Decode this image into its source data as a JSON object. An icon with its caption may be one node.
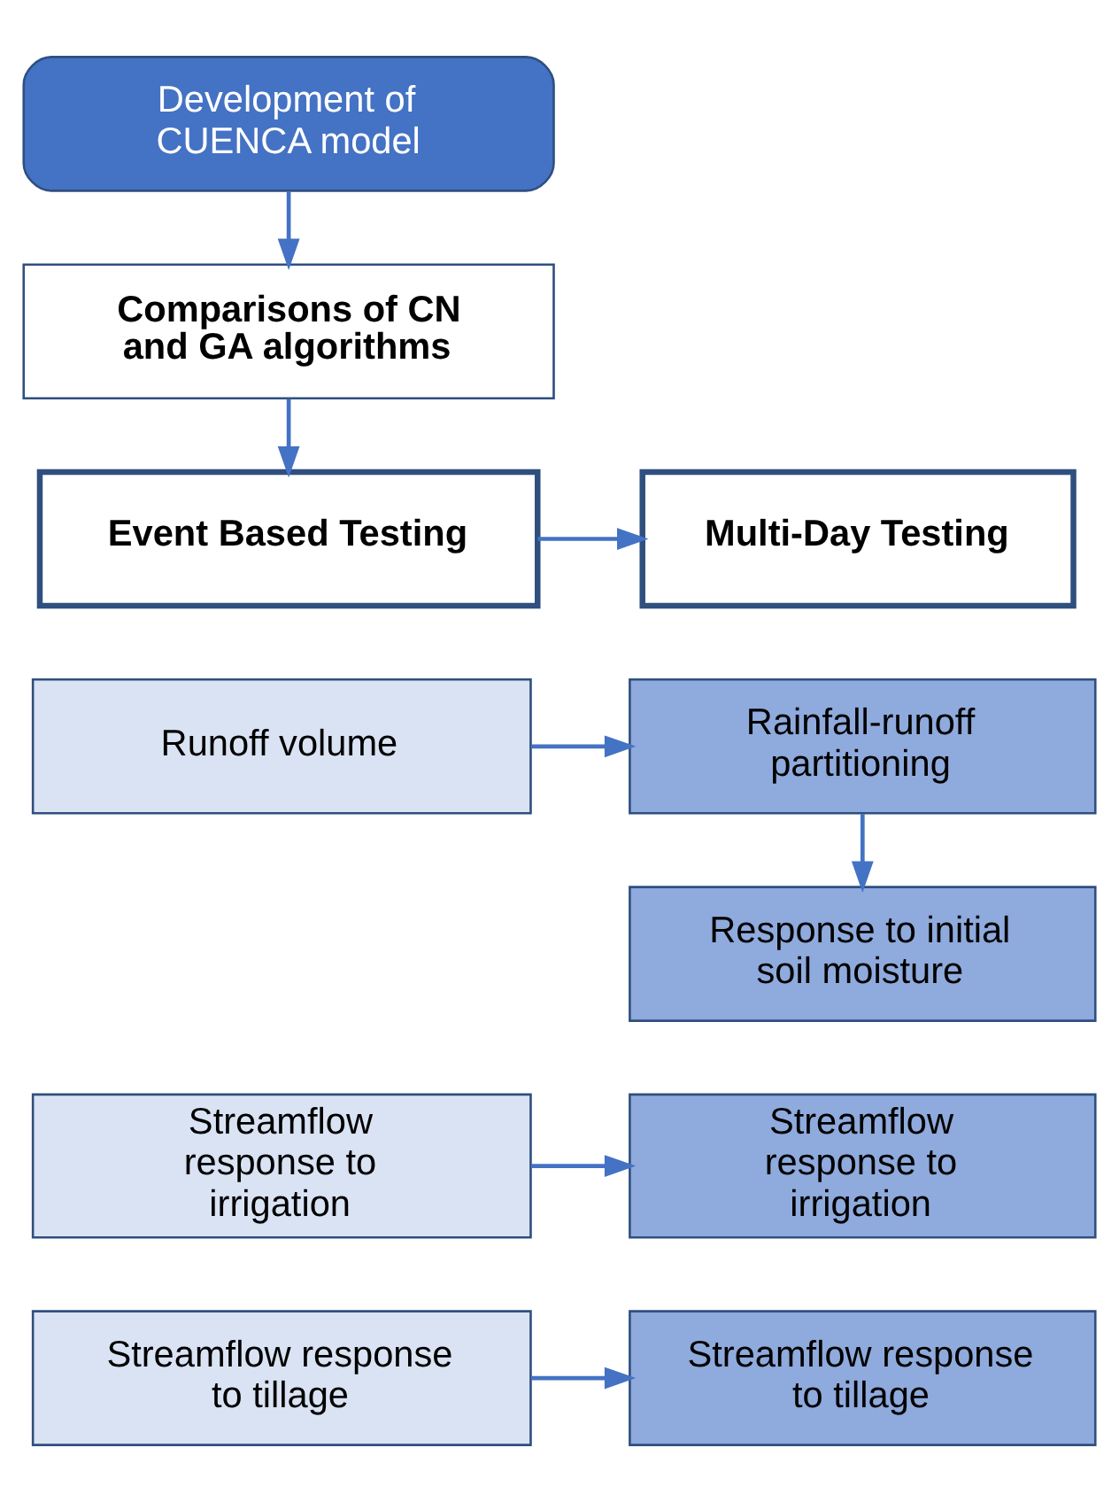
{
  "diagram": {
    "nodes": [
      {
        "text": [
          "Development of CUENCA model"
        ]
      },
      {
        "text": [
          "Comparisons of CN and GA algorithms"
        ]
      },
      {
        "text": [
          "Event Based Testing"
        ]
      },
      {
        "text": [
          "Multi-Day Testing"
        ]
      },
      {
        "text": [
          "Runoff volume"
        ]
      },
      {
        "text": [
          "Rainfall-runoff partitioning"
        ]
      },
      {
        "text": [
          "Response to initial soil moisture"
        ]
      },
      {
        "text": [
          "Streamflow response to irrigation"
        ]
      },
      {
        "text": [
          "Streamflow response to irrigation"
        ]
      },
      {
        "text": [
          "Streamflow response to tillage"
        ]
      },
      {
        "text": [
          "Streamflow response to tillage"
        ]
      }
    ],
    "edges": [
      {
        "from": 0,
        "to": 1,
        "arrow": "to"
      },
      {
        "from": 1,
        "to": 2,
        "arrow": "to"
      },
      {
        "from": 2,
        "to": 3,
        "arrow": "to"
      },
      {
        "from": 4,
        "to": 5,
        "arrow": "to"
      },
      {
        "from": 5,
        "to": 6,
        "arrow": "to"
      },
      {
        "from": 7,
        "to": 8,
        "arrow": "to"
      },
      {
        "from": 9,
        "to": 10,
        "arrow": "to"
      }
    ]
  }
}
